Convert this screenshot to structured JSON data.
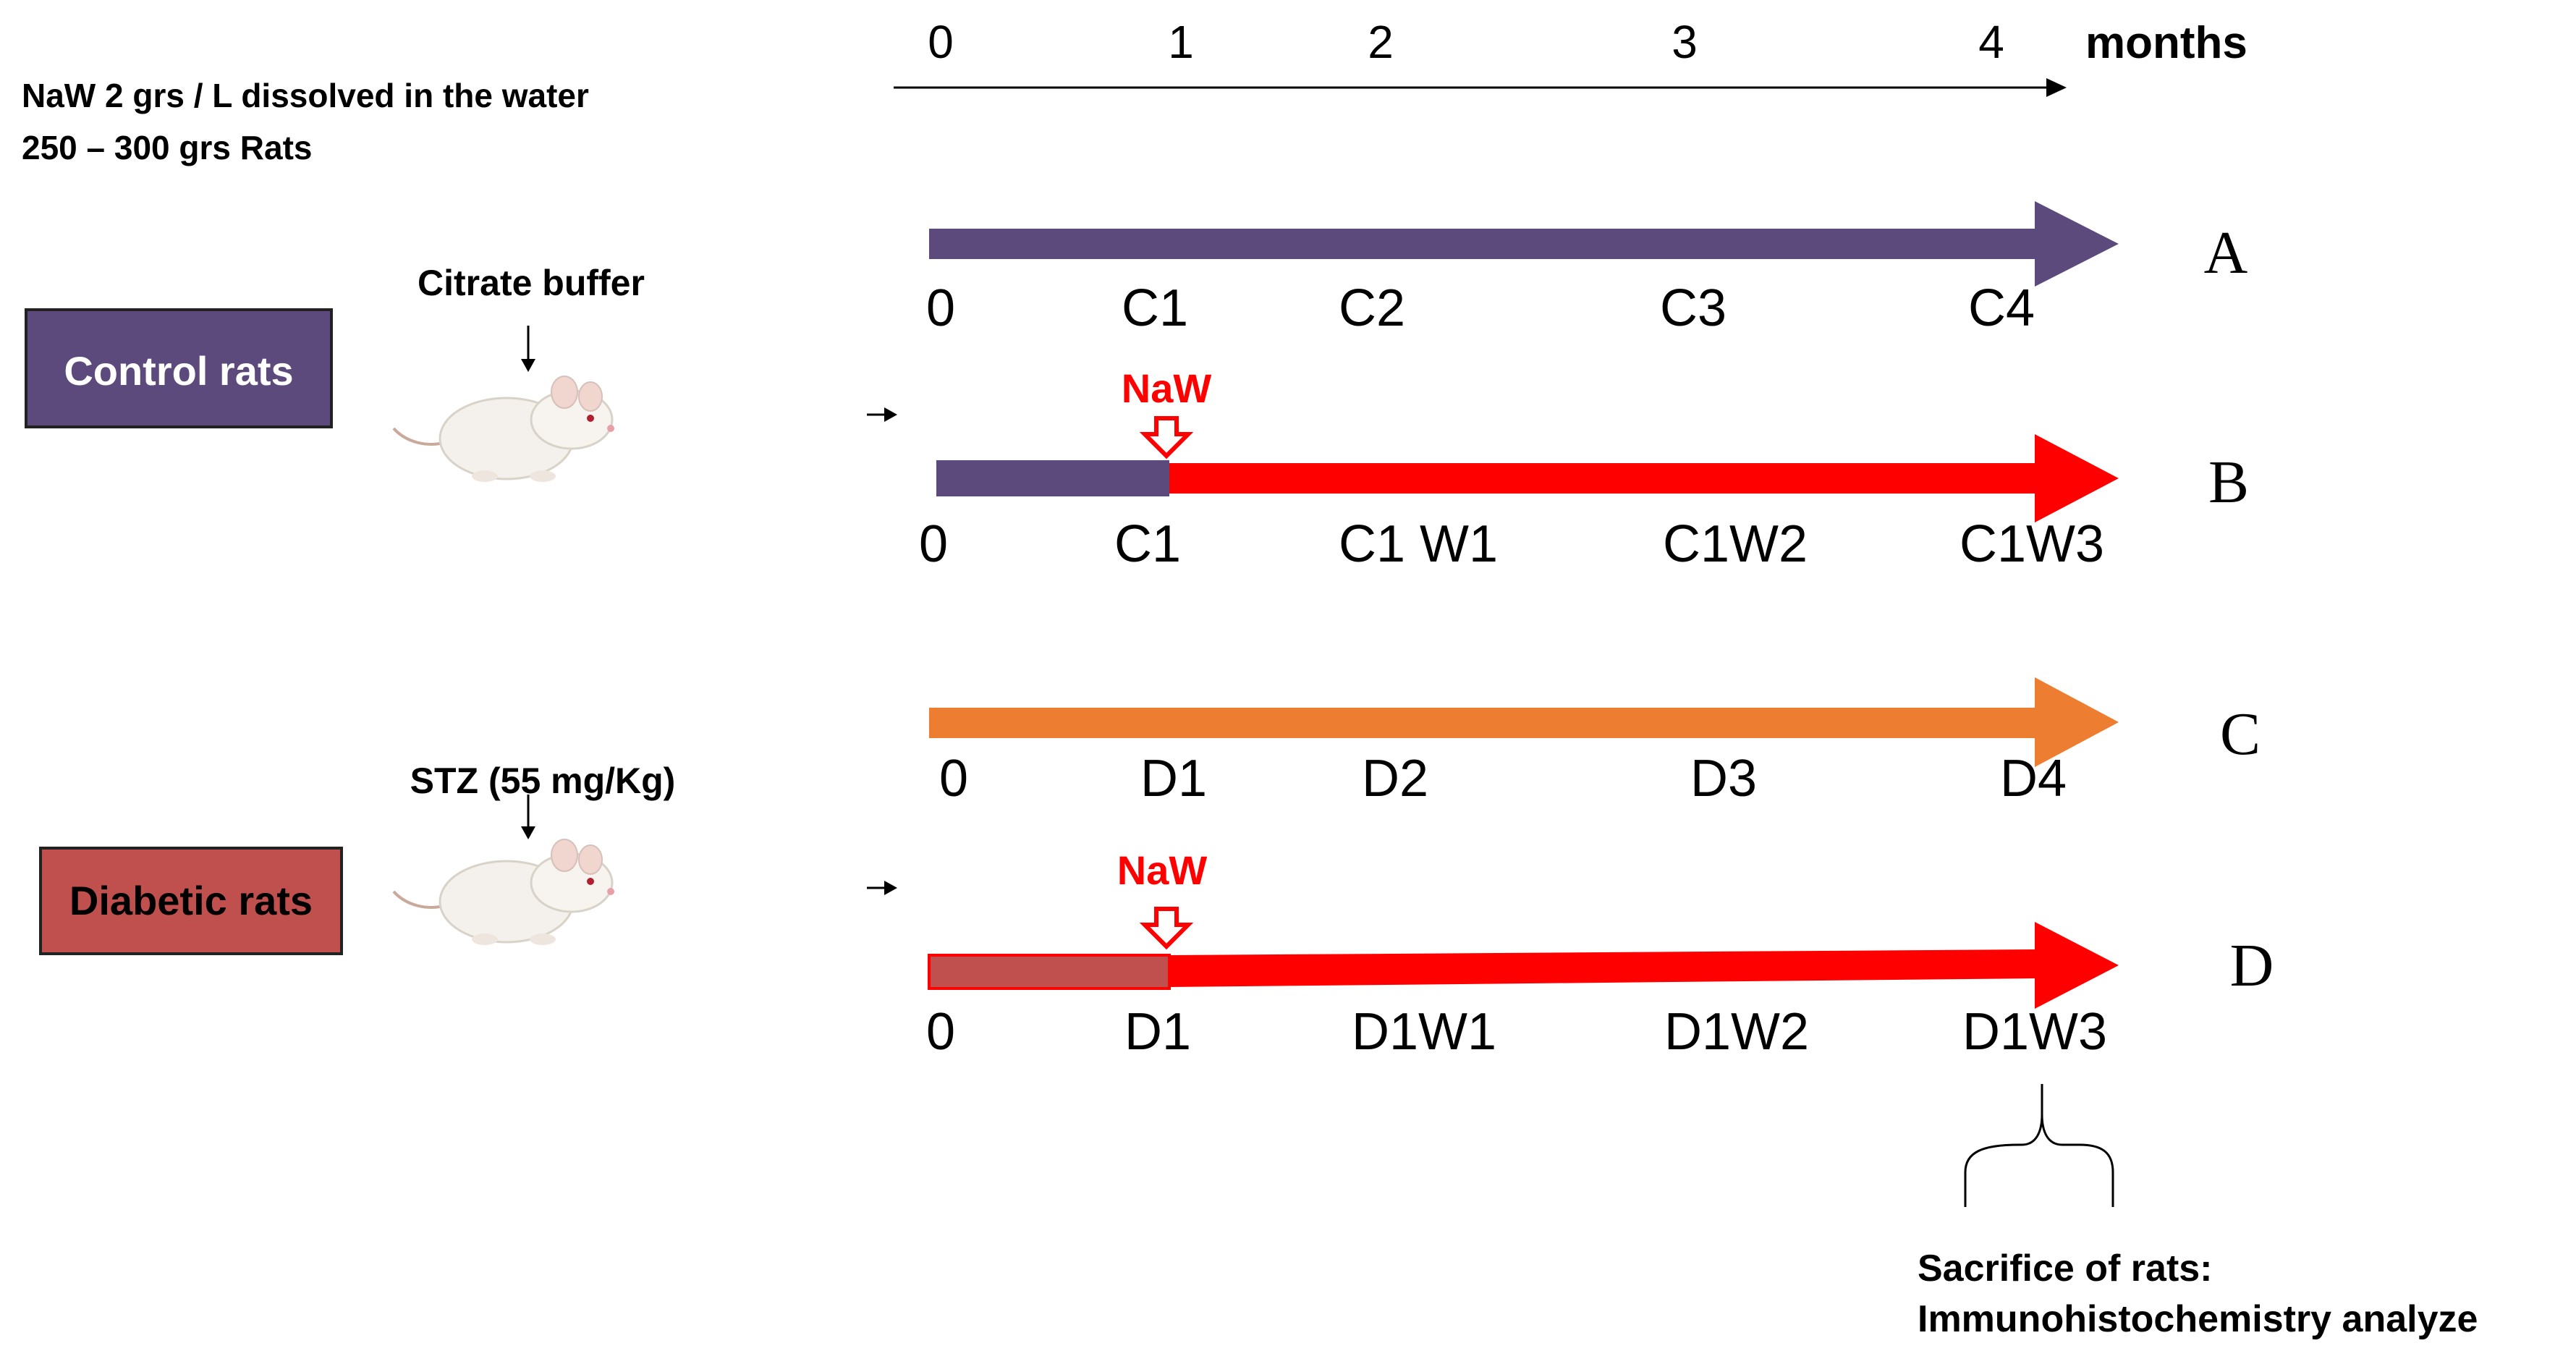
{
  "header": {
    "line1": "NaW 2 grs / L  dissolved in the water",
    "line2": "250 – 300 grs Rats"
  },
  "timeline": {
    "ticks": [
      "0",
      "1",
      "2",
      "3",
      "4"
    ],
    "unit": "months"
  },
  "groups": {
    "control": {
      "label": "Control rats",
      "treatment": "Citrate buffer",
      "color": "#5c4a7c"
    },
    "diabetic": {
      "label": "Diabetic rats",
      "treatment": "STZ (55 mg/Kg)",
      "color": "#c0504d"
    }
  },
  "rows": {
    "A": {
      "letter": "A",
      "color": "#5c4a7c",
      "points": [
        "0",
        "C1",
        "C2",
        "C3",
        "C4"
      ]
    },
    "B": {
      "letter": "B",
      "pre_color": "#5c4a7c",
      "post_color": "#ff0000",
      "marker": "NaW",
      "points": [
        "0",
        "C1",
        "C1 W1",
        "C1W2",
        "C1W3"
      ]
    },
    "C": {
      "letter": "C",
      "color": "#ed7d31",
      "points": [
        "0",
        "D1",
        "D2",
        "D3",
        "D4"
      ]
    },
    "D": {
      "letter": "D",
      "pre_color": "#c0504d",
      "post_color": "#ff0000",
      "marker": "NaW",
      "points": [
        "0",
        "D1",
        "D1W1",
        "D1W2",
        "D1W3"
      ]
    }
  },
  "footer": {
    "line1": "Sacrifice of rats:",
    "line2": "Immunohistochemistry analyze"
  }
}
